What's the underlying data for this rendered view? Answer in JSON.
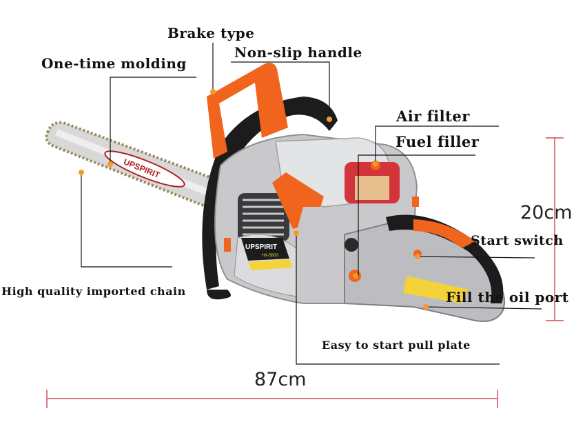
{
  "labels": {
    "brake_type": "Brake type",
    "non_slip_handle": "Non-slip handle",
    "one_time_molding": "One-time molding",
    "air_filter": "Air filter",
    "fuel_filler": "Fuel filler",
    "start_switch": "Start switch",
    "fill_oil_port": "Fill the oil port",
    "chain": "High quality imported chain",
    "pull_plate": "Easy to start pull plate"
  },
  "dimensions": {
    "height": "20cm",
    "length": "87cm"
  },
  "product": {
    "bar_brand": "UPSPIRIT",
    "body_brand": "UPSPIRIT",
    "model": "HX-5800"
  },
  "colors": {
    "accent_orange": "#f0641e",
    "body_gray": "#c9c9cb",
    "dimension_red": "#c8282d",
    "pointer_dot": "#f39a2a"
  }
}
